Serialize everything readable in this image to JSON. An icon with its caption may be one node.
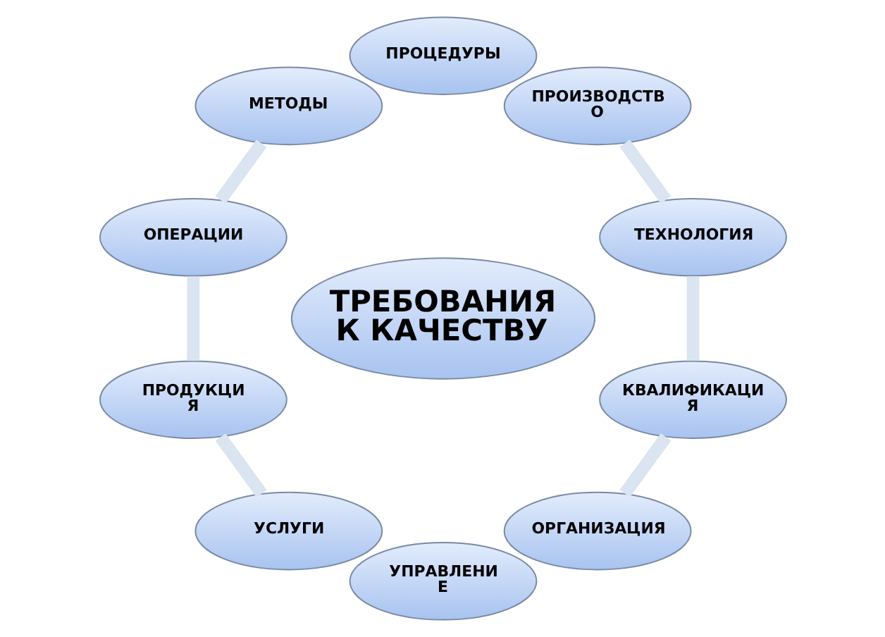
{
  "diagram": {
    "nodes": [
      {
        "text": [
          "ТРЕБОВАНИЯ К КАЧЕСТВУ"
        ]
      },
      {
        "text": [
          "ПРОЦЕДУРЫ"
        ]
      },
      {
        "text": [
          "ПРОИЗВОДСТВ О"
        ]
      },
      {
        "text": [
          "ТЕХНОЛОГИЯ"
        ]
      },
      {
        "text": [
          "КВАЛИФИКАЦИ Я"
        ]
      },
      {
        "text": [
          "ОРГАНИЗАЦИЯ"
        ]
      },
      {
        "text": [
          "УПРАВЛЕНИ Е"
        ]
      },
      {
        "text": [
          "УСЛУГИ"
        ]
      },
      {
        "text": [
          "ПРОДУКЦИ Я"
        ]
      },
      {
        "text": [
          "ОПЕРАЦИИ"
        ]
      },
      {
        "text": [
          "МЕТОДЫ"
        ]
      }
    ],
    "edges": [
      {
        "from": 2,
        "to": 3,
        "arrow": "none"
      },
      {
        "from": 3,
        "to": 4,
        "arrow": "none"
      },
      {
        "from": 4,
        "to": 5,
        "arrow": "none"
      },
      {
        "from": 7,
        "to": 8,
        "arrow": "none"
      },
      {
        "from": 8,
        "to": 9,
        "arrow": "none"
      },
      {
        "from": 9,
        "to": 10,
        "arrow": "none"
      }
    ]
  }
}
